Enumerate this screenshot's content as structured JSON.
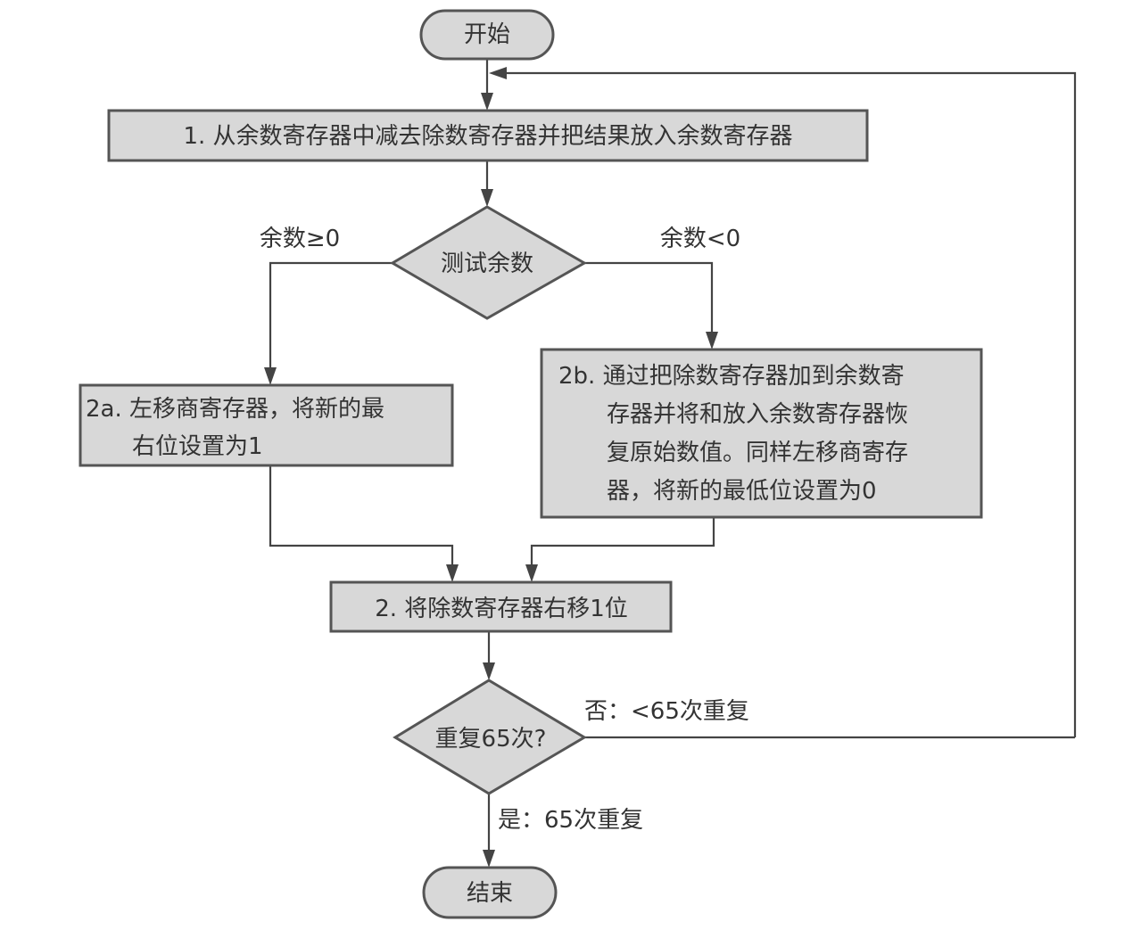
{
  "start": "开始",
  "end": "结束",
  "step1": "1. 从余数寄存器中减去除数寄存器并把结果放入余数寄存器",
  "test_remainder": "测试余数",
  "branch_ge0": "余数≥0",
  "branch_lt0": "余数<0",
  "step2a": [
    "2a. 左移商寄存器，将新的最",
    "右位设置为1"
  ],
  "step2b": [
    "2b. 通过把除数寄存器加到余数寄",
    "存器并将和放入余数寄存器恢",
    "复原始数值。同样左移商寄存",
    "器，将新的最低位设置为0"
  ],
  "step2": "2. 将除数寄存器右移1位",
  "repeat_check": "重复65次?",
  "no_label": "否：<65次重复",
  "yes_label": "是：65次重复"
}
